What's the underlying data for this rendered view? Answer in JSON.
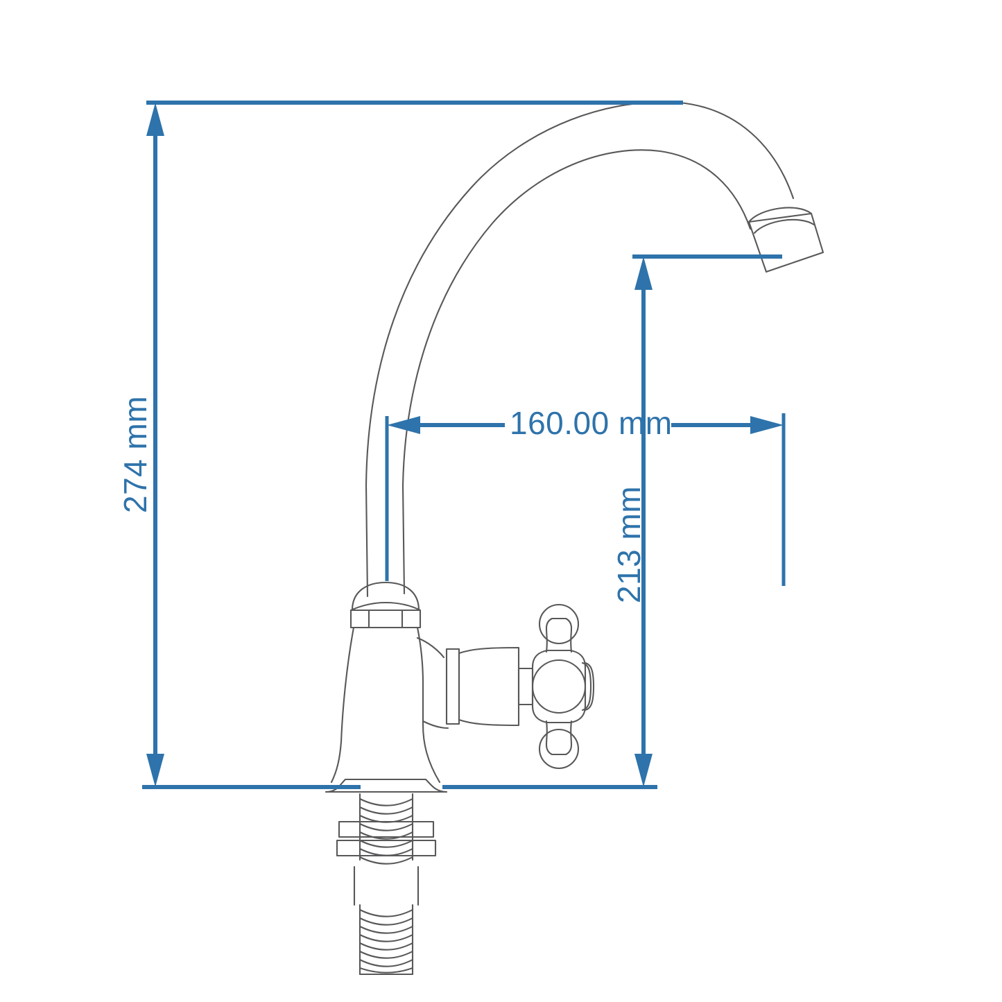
{
  "drawing": {
    "title": "Faucet technical dimension drawing",
    "background_color": "#ffffff",
    "dimension_color": "#2e73ab",
    "outline_color": "#58585a",
    "units": "mm"
  },
  "dimensions": {
    "overall_height": {
      "label": "274 mm",
      "value": 274,
      "unit": "mm",
      "orientation": "vertical",
      "position": "left"
    },
    "spout_reach": {
      "label": "160.00 mm",
      "value": 160.0,
      "unit": "mm",
      "orientation": "horizontal",
      "position": "center"
    },
    "spout_height": {
      "label": "213 mm",
      "value": 213,
      "unit": "mm",
      "orientation": "vertical",
      "position": "right"
    }
  },
  "product": {
    "type": "kitchen-faucet",
    "parts": [
      "gooseneck-spout",
      "aerator-nozzle",
      "hex-collar",
      "body",
      "cross-handle",
      "bonnet",
      "escutcheon-base",
      "threaded-shank",
      "mounting-nuts"
    ]
  }
}
